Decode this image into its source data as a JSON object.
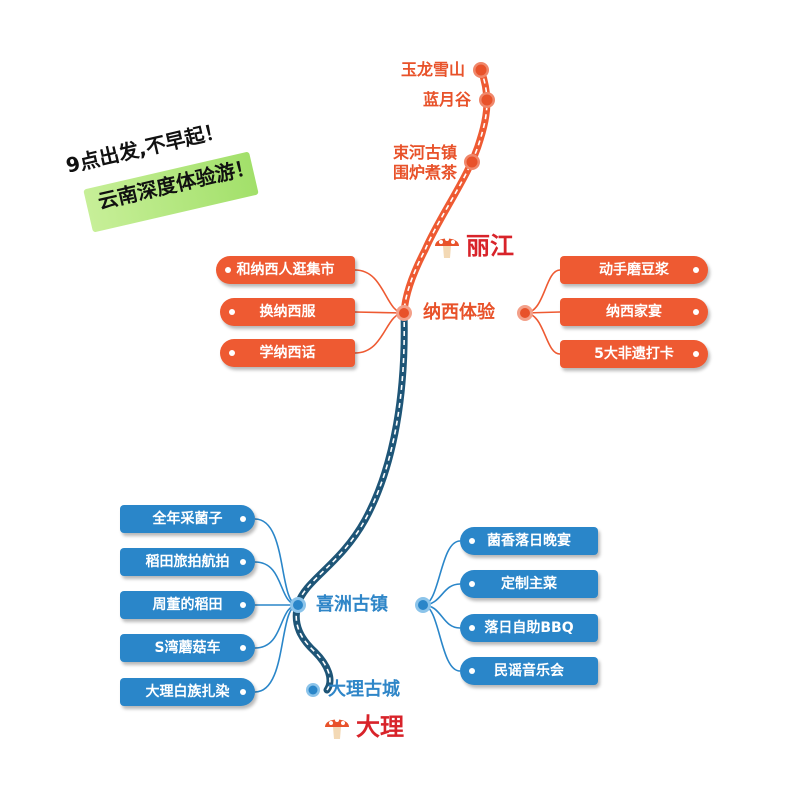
{
  "slogan": {
    "line1": "9点出发,不早起！",
    "line2": "云南深度体验游！"
  },
  "cities": {
    "lijiang": "丽江",
    "dali": "大理"
  },
  "top_stops": [
    "玉龙雪山",
    "蓝月谷",
    "束河古镇",
    "围炉煮茶"
  ],
  "naxi": {
    "hub": "纳西体验",
    "left_tags": [
      "和纳西人逛集市",
      "换纳西服",
      "学纳西话"
    ],
    "right_tags": [
      "动手磨豆浆",
      "纳西家宴",
      "5大非遗打卡"
    ]
  },
  "xizhou": {
    "hub": "喜洲古镇",
    "left_tags": [
      "全年采菌子",
      "稻田旅拍航拍",
      "周董的稻田",
      "S湾蘑菇车",
      "大理白族扎染"
    ],
    "right_tags": [
      "菌香落日晚宴",
      "定制主菜",
      "落日自助BBQ",
      "民谣音乐会"
    ]
  },
  "end_stop": "大理古城",
  "colors": {
    "orange": "#ee5a32",
    "orange_text": "#e8522a",
    "blue": "#2a86c9",
    "blue_text": "#2f86c8",
    "navy": "#1e5577",
    "city_red": "#d8232a"
  }
}
